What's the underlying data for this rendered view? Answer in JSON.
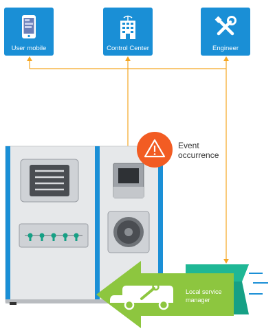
{
  "nodes": {
    "user_mobile": "User mobile",
    "control_center": "Control Center",
    "engineer": "Engineer"
  },
  "event": {
    "label": "Event occurrence"
  },
  "service": {
    "label": "Local service manager"
  },
  "colors": {
    "tile_blue": "#1a8fd6",
    "line_orange": "#f5a623",
    "alert_orange": "#f25c23",
    "arrow_green": "#8dc63f",
    "panel_gray": "#e6e8ea",
    "flag_teal": "#16a085"
  },
  "icons": [
    "phone-icon",
    "building-icon",
    "tools-icon",
    "warning-icon",
    "van-icon",
    "wrench-icon"
  ]
}
